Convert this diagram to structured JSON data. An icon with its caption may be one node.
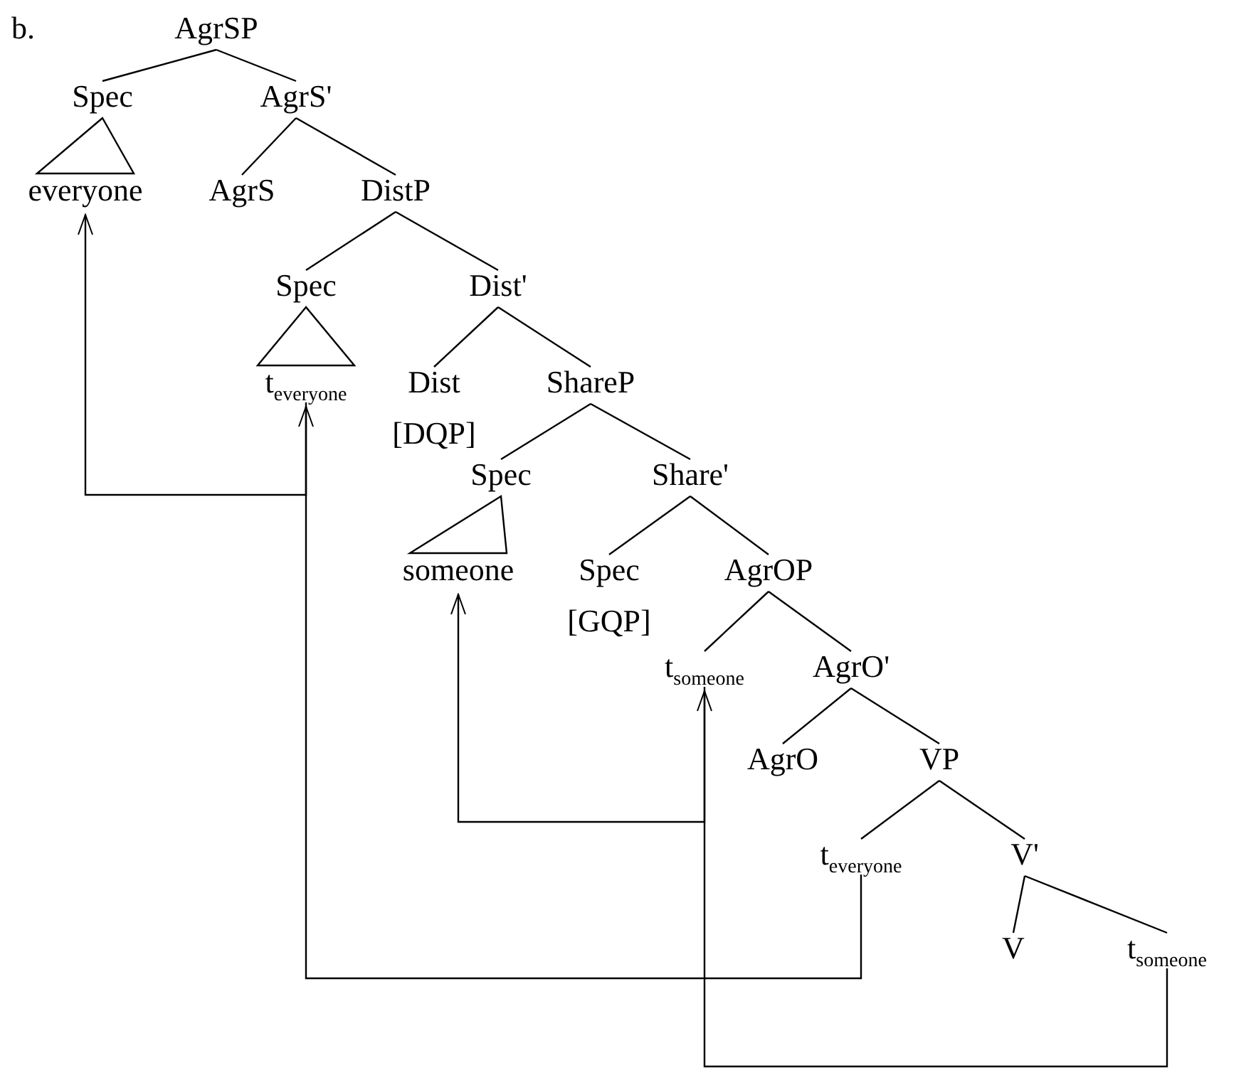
{
  "diagram": {
    "nodes": [
      {
        "text": [
          "AgrSP"
        ]
      },
      {
        "text": [
          "Spec"
        ]
      },
      {
        "text": [
          "AgrS'"
        ]
      },
      {
        "text": [
          "everyone"
        ]
      },
      {
        "text": [
          "AgrS"
        ]
      },
      {
        "text": [
          "DistP"
        ]
      },
      {
        "text": [
          "Spec"
        ]
      },
      {
        "text": [
          "Dist'"
        ]
      },
      {
        "text": [
          "t$_{everyone}$"
        ]
      },
      {
        "text": [
          "Dist",
          "[DQP]"
        ]
      },
      {
        "text": [
          "ShareP"
        ]
      },
      {
        "text": [
          "Spec"
        ]
      },
      {
        "text": [
          "Share'"
        ]
      },
      {
        "text": [
          "someone"
        ]
      },
      {
        "text": [
          "Spec",
          "[GQP]"
        ]
      },
      {
        "text": [
          "AgrOP"
        ]
      },
      {
        "text": [
          "t$_{someone}$"
        ]
      },
      {
        "text": [
          "AgrO'"
        ]
      },
      {
        "text": [
          "AgrO"
        ]
      },
      {
        "text": [
          "VP"
        ]
      },
      {
        "text": [
          "t$_{everyone}$"
        ]
      },
      {
        "text": [
          "V'"
        ]
      },
      {
        "text": [
          "V"
        ]
      },
      {
        "text": [
          "t$_{someone}$"
        ]
      }
    ],
    "edges": [
      {
        "from": 0,
        "to": 1,
        "arrow": "none"
      },
      {
        "from": 0,
        "to": 2,
        "arrow": "none"
      },
      {
        "from": 1,
        "to": 3,
        "arrow": "none"
      },
      {
        "from": 2,
        "to": 4,
        "arrow": "none"
      },
      {
        "from": 2,
        "to": 5,
        "arrow": "none"
      },
      {
        "from": 5,
        "to": 6,
        "arrow": "none"
      },
      {
        "from": 5,
        "to": 7,
        "arrow": "none"
      },
      {
        "from": 6,
        "to": 8,
        "arrow": "none"
      },
      {
        "from": 7,
        "to": 9,
        "arrow": "none"
      },
      {
        "from": 7,
        "to": 10,
        "arrow": "none"
      },
      {
        "from": 10,
        "to": 11,
        "arrow": "none"
      },
      {
        "from": 10,
        "to": 12,
        "arrow": "none"
      },
      {
        "from": 11,
        "to": 13,
        "arrow": "none"
      },
      {
        "from": 12,
        "to": 14,
        "arrow": "none"
      },
      {
        "from": 12,
        "to": 15,
        "arrow": "none"
      },
      {
        "from": 15,
        "to": 16,
        "arrow": "none"
      },
      {
        "from": 15,
        "to": 17,
        "arrow": "none"
      },
      {
        "from": 17,
        "to": 18,
        "arrow": "none"
      },
      {
        "from": 17,
        "to": 19,
        "arrow": "none"
      },
      {
        "from": 19,
        "to": 20,
        "arrow": "none"
      },
      {
        "from": 19,
        "to": 21,
        "arrow": "none"
      },
      {
        "from": 21,
        "to": 22,
        "arrow": "none"
      },
      {
        "from": 21,
        "to": 23,
        "arrow": "none"
      },
      {
        "from": 8,
        "to": 3,
        "arrow": "to"
      },
      {
        "from": 20,
        "to": 8,
        "arrow": "to"
      },
      {
        "from": 16,
        "to": 13,
        "arrow": "to"
      },
      {
        "from": 23,
        "to": 16,
        "arrow": "to"
      }
    ],
    "labels": [
      "b."
    ]
  }
}
